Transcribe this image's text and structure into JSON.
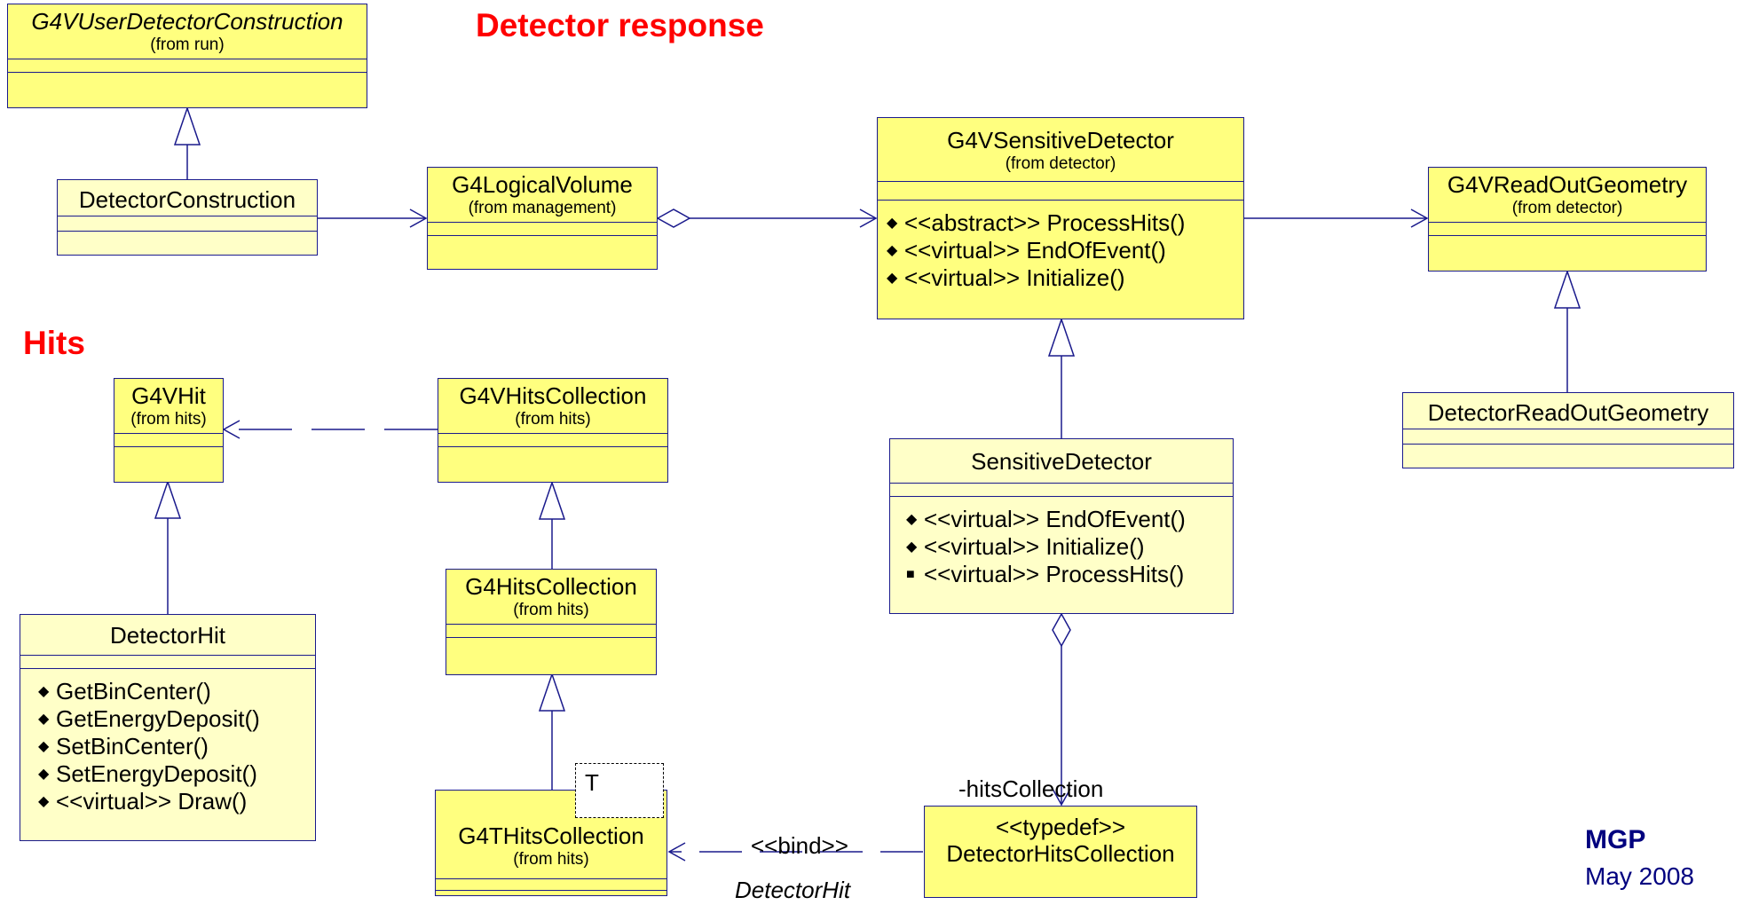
{
  "headings": {
    "detector_response": "Detector response",
    "hits": "Hits"
  },
  "classes": {
    "g4vuser": {
      "name": "G4VUserDetectorConstruction",
      "from": "(from run)"
    },
    "detector_construction": {
      "name": "DetectorConstruction"
    },
    "logical_volume": {
      "name": "G4LogicalVolume",
      "from": "(from management)"
    },
    "sensitive_base": {
      "name": "G4VSensitiveDetector",
      "from": "(from detector)",
      "ops": [
        "<<abstract>> ProcessHits()",
        "<<virtual>> EndOfEvent()",
        "<<virtual>> Initialize()"
      ]
    },
    "readout_geometry": {
      "name": "G4VReadOutGeometry",
      "from": "(from detector)"
    },
    "detector_readout": {
      "name": "DetectorReadOutGeometry"
    },
    "g4vhit": {
      "name": "G4VHit",
      "from": "(from hits)"
    },
    "g4vhits_collection": {
      "name": "G4VHitsCollection",
      "from": "(from hits)"
    },
    "sensitive_detector": {
      "name": "SensitiveDetector",
      "ops": [
        "<<virtual>> EndOfEvent()",
        "<<virtual>> Initialize()",
        "<<virtual>> ProcessHits()"
      ]
    },
    "g4hits_collection": {
      "name": "G4HitsCollection",
      "from": "(from hits)"
    },
    "detector_hit": {
      "name": "DetectorHit",
      "ops": [
        "GetBinCenter()",
        "GetEnergyDeposit()",
        "SetBinCenter()",
        "SetEnergyDeposit()",
        "<<virtual>> Draw()"
      ]
    },
    "g4thits_collection": {
      "name": "G4THitsCollection",
      "from": "(from hits)",
      "param": "T"
    },
    "detector_hits_collection": {
      "stereotype": "<<typedef>>",
      "name": "DetectorHitsCollection"
    }
  },
  "labels": {
    "hits_collection_role": "-hitsCollection",
    "bind": "<<bind>>",
    "bind_arg": "DetectorHit"
  },
  "signature": {
    "author": "MGP",
    "date": "May 2008"
  },
  "colors": {
    "class_fill": "#ffff7f",
    "class_fill_light": "#ffffc8",
    "line": "#1a1a8c",
    "heading": "#ff0000",
    "signature": "#00007f"
  },
  "icons": {
    "op_public": "diamond-icon",
    "op_abstract": "abstract-op-icon",
    "op_protected": "protected-op-icon"
  }
}
